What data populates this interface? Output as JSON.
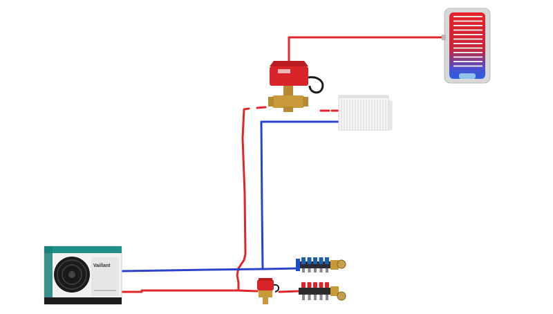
{
  "diagram": {
    "colors": {
      "supply_pipe": "#e0262b",
      "return_pipe": "#2a43c8",
      "heat_pump_body": "#f2f2f2",
      "heat_pump_accent": "#1f8f88",
      "valve_actuator": "#d9242a",
      "valve_body": "#c99a3a",
      "radiator": "#f4f4f4",
      "tank_shell": "#d8d8d8",
      "tank_hot": "#e8232a",
      "tank_cold": "#2b5fe0"
    },
    "components": {
      "heat_pump": {
        "brand_text": "Vaillant",
        "icon": "outdoor-heat-pump-unit"
      },
      "three_way_valve": {
        "icon": "motorized-three-way-valve"
      },
      "radiator": {
        "icon": "panel-radiator"
      },
      "hot_water_tank": {
        "icon": "hot-water-cylinder-coil"
      },
      "manifold": {
        "icon": "underfloor-heating-manifold"
      },
      "zone_valve": {
        "icon": "motorized-zone-valve"
      }
    }
  }
}
